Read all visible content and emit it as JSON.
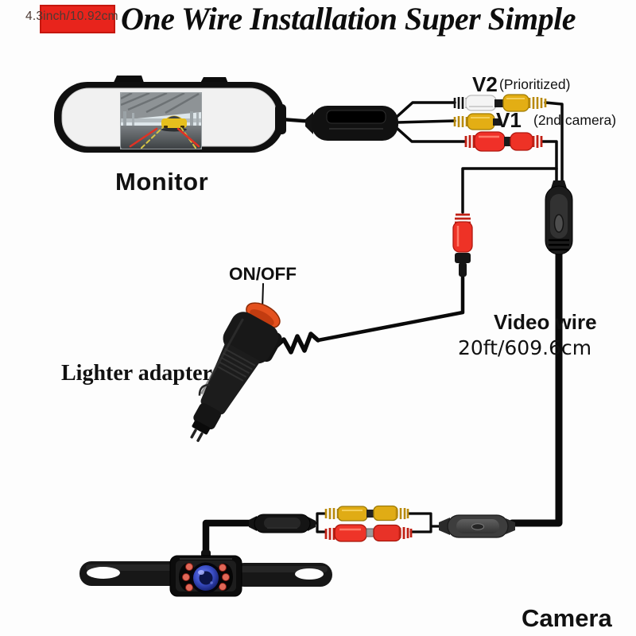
{
  "badge": {
    "label": "4.3inch/10.92cm"
  },
  "title": "One Wire Installation Super Simple",
  "monitor": {
    "label": "Monitor"
  },
  "connectors": {
    "v2": {
      "label": "V2",
      "note": "(Prioritized)",
      "plug_colors": [
        "#f4f4f4",
        "#e0ac15"
      ]
    },
    "v1": {
      "label": "V1",
      "note": "(2nd camera)",
      "plug_color": "#e0ac15"
    },
    "power_red": {
      "plug_color": "#ee3428"
    },
    "video_yellow": {
      "plug_color": "#e0ac15"
    }
  },
  "switch": {
    "label": "ON/OFF",
    "button_color": "#e4511e"
  },
  "lighter_adapter": {
    "label": "Lighter adapter"
  },
  "video_wire": {
    "label": "Video wire",
    "length": "20ft/609.6cm"
  },
  "camera": {
    "label": "Camera",
    "lens_color": "#3c50c8",
    "ir_led_color": "#e06858"
  },
  "colors": {
    "badge_red": "#e8241c",
    "wire_black": "#0a0a0a",
    "background": "#fdfdfd"
  }
}
